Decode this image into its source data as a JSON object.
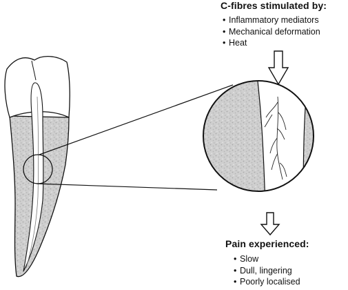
{
  "stimuli": {
    "heading": "C-fibres stimulated by:",
    "items": [
      "Inflammatory mediators",
      "Mechanical deformation",
      "Heat"
    ]
  },
  "pain": {
    "heading": "Pain experienced:",
    "items": [
      "Slow",
      "Dull, lingering",
      "Poorly localised"
    ]
  },
  "bullet": "•"
}
